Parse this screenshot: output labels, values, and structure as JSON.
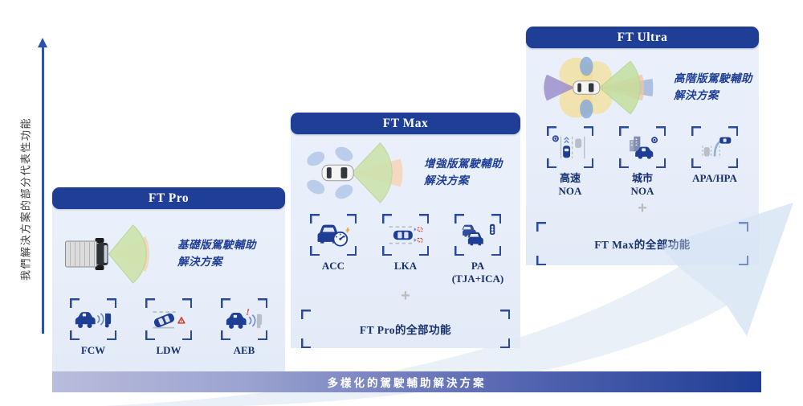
{
  "axis": {
    "label": "我們解決方案的部分代表性功能"
  },
  "bottom_bar": {
    "label": "多樣化的駕駛輔助解決方案"
  },
  "plus_sign": "+",
  "cards": [
    {
      "title": "FT Pro",
      "desc_line1": "基礎版駕駛輔助",
      "desc_line2": "解決方案",
      "features": [
        {
          "label": "FCW"
        },
        {
          "label": "LDW"
        },
        {
          "label": "AEB"
        }
      ]
    },
    {
      "title": "FT Max",
      "desc_line1": "增強版駕駛輔助",
      "desc_line2": "解決方案",
      "features": [
        {
          "label": "ACC"
        },
        {
          "label": "LKA"
        },
        {
          "label": "PA",
          "label2": "(TJA+ICA)"
        }
      ],
      "includes": "FT Pro的全部功能"
    },
    {
      "title": "FT Ultra",
      "desc_line1": "高階版駕駛輔助",
      "desc_line2": "解決方案",
      "features": [
        {
          "label": "高速",
          "label2": "NOA"
        },
        {
          "label": "城市",
          "label2": "NOA"
        },
        {
          "label": "APA/HPA"
        }
      ],
      "includes": "FT Max的全部功能"
    }
  ],
  "colors": {
    "header_blue": "#1f3e96",
    "card_bg": "#e9effa",
    "bracket_navy": "#2a4aa2",
    "icon_navy": "#1e3d94",
    "bar_gradient_left": "#b9bddc",
    "bar_gradient_right": "#1e3d94",
    "swoosh_blue": "#e9f0f8",
    "cone_green": "#cde3ad",
    "cone_orange": "#f6d2b4",
    "warning_red": "#d8352a"
  }
}
